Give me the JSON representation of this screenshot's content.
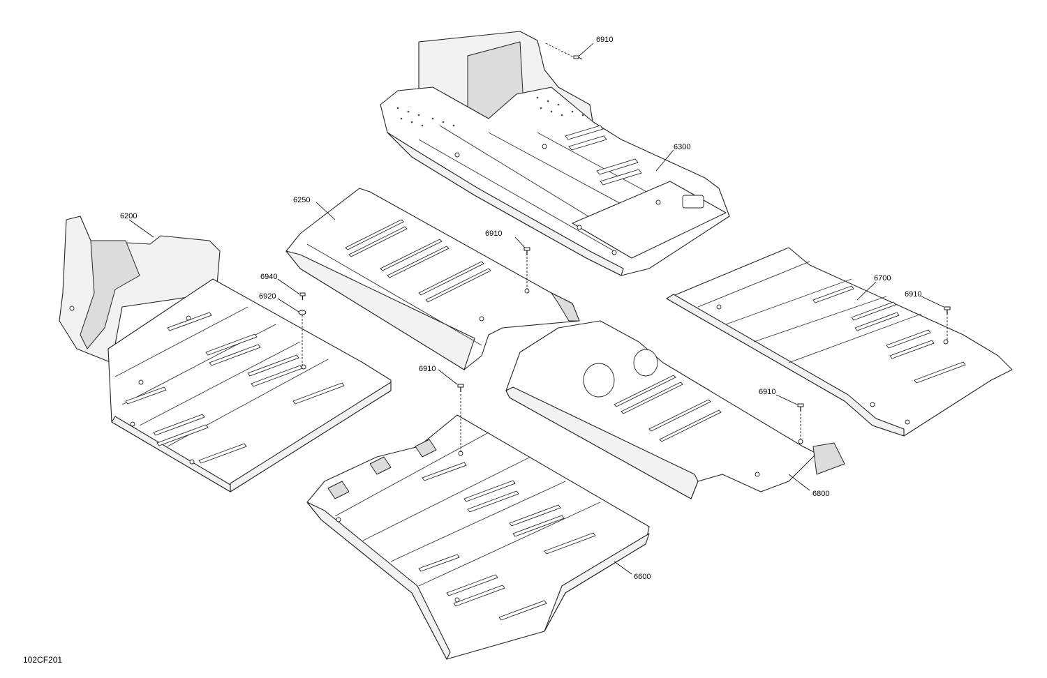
{
  "figure_id": "102CF201",
  "callouts": {
    "p6200": "6200",
    "p6250": "6250",
    "p6300": "6300",
    "p6600": "6600",
    "p6700": "6700",
    "p6800": "6800",
    "p6910_top": "6910",
    "p6910_center": "6910",
    "p6910_lower": "6910",
    "p6910_right": "6910",
    "p6910_mid": "6910",
    "p6920": "6920",
    "p6940": "6940"
  }
}
